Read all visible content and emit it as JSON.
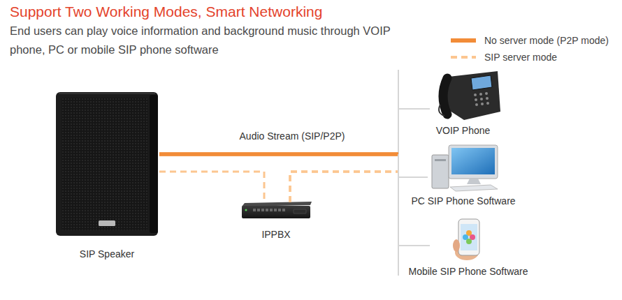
{
  "diagram": {
    "title": "Support Two Working Modes, Smart Networking",
    "caption": "End users can play voice information and background music through VOIP phone, PC or mobile SIP phone software",
    "nodes": [
      {
        "text": [
          "SIP Speaker"
        ]
      },
      {
        "text": [
          "IPPBX"
        ]
      },
      {
        "text": [
          "VOIP Phone"
        ]
      },
      {
        "text": [
          "PC SIP Phone Software"
        ]
      },
      {
        "text": [
          "Mobile SIP Phone Software"
        ]
      }
    ],
    "edges": [
      {
        "from": 0,
        "to": 2,
        "arrow": "none",
        "label": "Audio Stream (SIP/P2P)"
      },
      {
        "from": 0,
        "to": 3,
        "arrow": "none"
      },
      {
        "from": 0,
        "to": 4,
        "arrow": "none"
      },
      {
        "from": 0,
        "to": 1,
        "arrow": "none"
      },
      {
        "from": 1,
        "to": 2,
        "arrow": "none"
      },
      {
        "from": 1,
        "to": 3,
        "arrow": "none"
      },
      {
        "from": 1,
        "to": 4,
        "arrow": "none"
      }
    ],
    "legend": [
      {
        "text": "No server mode (P2P mode)"
      },
      {
        "text": "SIP server mode"
      }
    ]
  }
}
